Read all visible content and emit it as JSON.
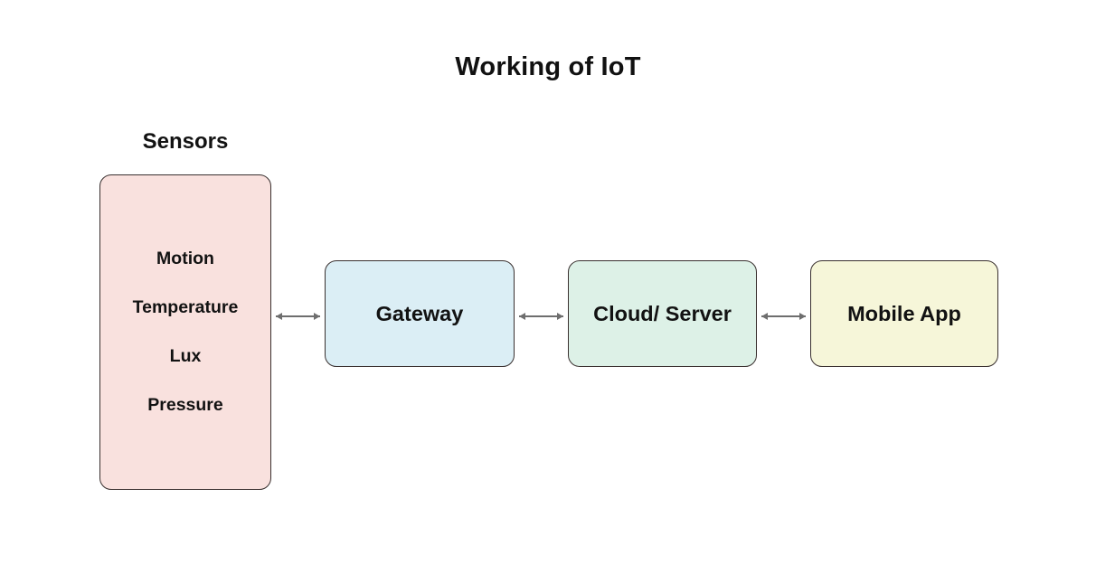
{
  "title": "Working of IoT",
  "sensors": {
    "label": "Sensors",
    "items": [
      {
        "label": "Motion"
      },
      {
        "label": "Temperature"
      },
      {
        "label": "Lux"
      },
      {
        "label": "Pressure"
      }
    ],
    "fill_color": "#f9e1de"
  },
  "nodes": [
    {
      "label": "Gateway",
      "fill_color": "#dbeef5"
    },
    {
      "label": "Cloud/ Server",
      "fill_color": "#ddf1e7"
    },
    {
      "label": "Mobile App",
      "fill_color": "#f6f6d9"
    }
  ],
  "connectors": [
    {
      "from": "Sensors",
      "to": "Gateway",
      "direction": "bidirectional"
    },
    {
      "from": "Gateway",
      "to": "Cloud/ Server",
      "direction": "bidirectional"
    },
    {
      "from": "Cloud/ Server",
      "to": "Mobile App",
      "direction": "bidirectional"
    }
  ],
  "colors": {
    "border": "#39302f",
    "arrow": "#6e6e6e",
    "text": "#121212",
    "background": "#ffffff"
  }
}
